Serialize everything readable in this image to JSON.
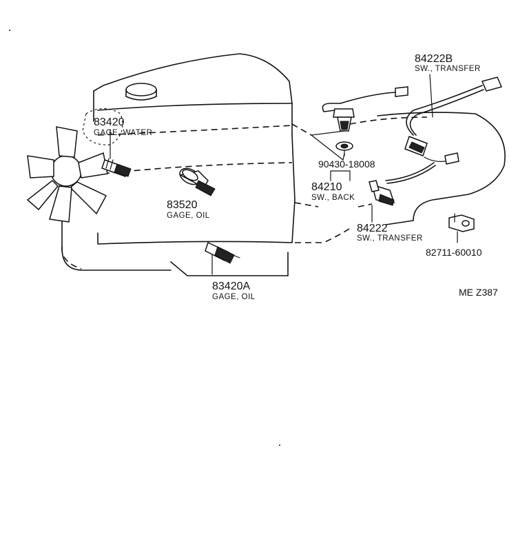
{
  "diagram_ref": "ME Z387",
  "parts": {
    "gage_water": {
      "number": "83420",
      "name": "GAGE, WATER"
    },
    "gage_oil_upper": {
      "number": "83520",
      "name": "GAGE, OIL"
    },
    "gage_oil_lower": {
      "number": "83420A",
      "name": "GAGE, OIL"
    },
    "gasket": {
      "number": "90430-18008"
    },
    "sw_back": {
      "number": "84210",
      "name": "SW., BACK"
    },
    "sw_transfer_top": {
      "number": "84222B",
      "name": "SW., TRANSFER"
    },
    "sw_transfer_mid": {
      "number": "84222",
      "name": "SW., TRANSFER"
    },
    "clamp": {
      "number": "82711-60010"
    }
  }
}
